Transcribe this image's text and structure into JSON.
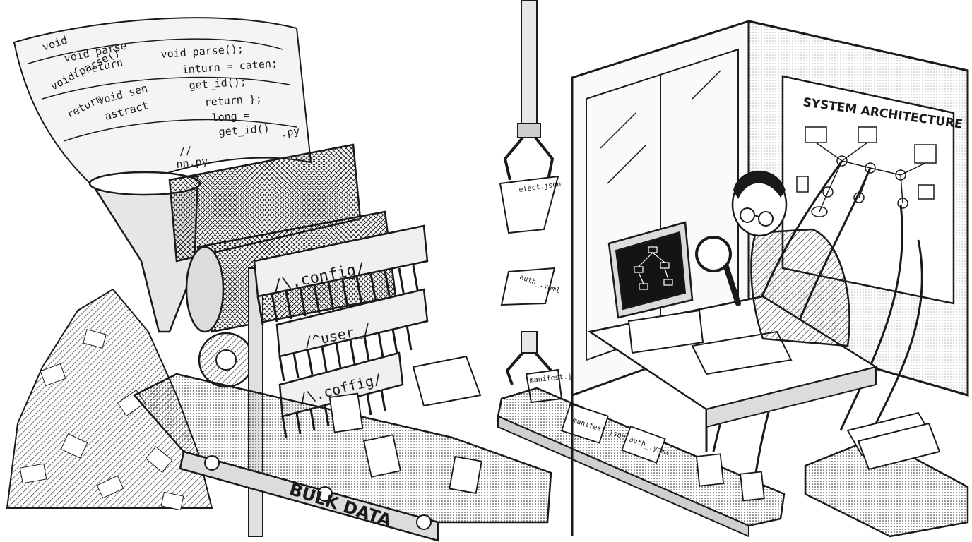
{
  "code_sheets": [
    {
      "text": "void"
    },
    {
      "text": "void parse"
    },
    {
      "text": "{ return"
    },
    {
      "text": "void parse()"
    },
    {
      "text": "return"
    },
    {
      "text": "void sen"
    },
    {
      "text": "astract"
    },
    {
      "text": "void parse();"
    },
    {
      "text": "inturn = caten;"
    },
    {
      "text": "get_id();"
    },
    {
      "text": "return };"
    },
    {
      "text": "long ="
    },
    {
      "text": "get_id()"
    },
    {
      "text": ".py"
    },
    {
      "text": "//"
    },
    {
      "text": "nn.py"
    }
  ],
  "filters": [
    {
      "label": "/\\.config/"
    },
    {
      "label": "/^user_/"
    },
    {
      "label": "/\\.coffig/"
    }
  ],
  "conveyor_label": "BULK DATA",
  "claw_scrolls": [
    {
      "label": "elect.json"
    },
    {
      "label": "auth_.yaml"
    },
    {
      "label": "manifest.json"
    }
  ],
  "belt_scrolls": [
    {
      "label": "manifest.json"
    },
    {
      "label": "auth_.yaml"
    }
  ],
  "board_title": "SYSTEM ARCHITECTURE",
  "colors": {
    "ink": "#1a1a1a",
    "paper": "#ffffff",
    "shade": "#cfcfcf",
    "screen": "#141414"
  }
}
